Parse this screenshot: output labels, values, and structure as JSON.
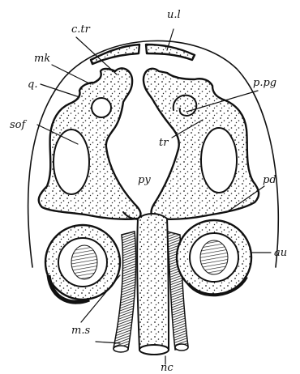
{
  "figure": {
    "labels": {
      "ul": "u.l",
      "ctr": "c.tr",
      "mk": "mk",
      "q": "q.",
      "sof": "sof",
      "ppg": "p.pg",
      "tr": "tr",
      "py": "py",
      "pd": "pd",
      "au": "au",
      "ms": "m.s",
      "nc": "nc"
    },
    "colors": {
      "ink": "#111111",
      "paper": "#ffffff"
    }
  }
}
